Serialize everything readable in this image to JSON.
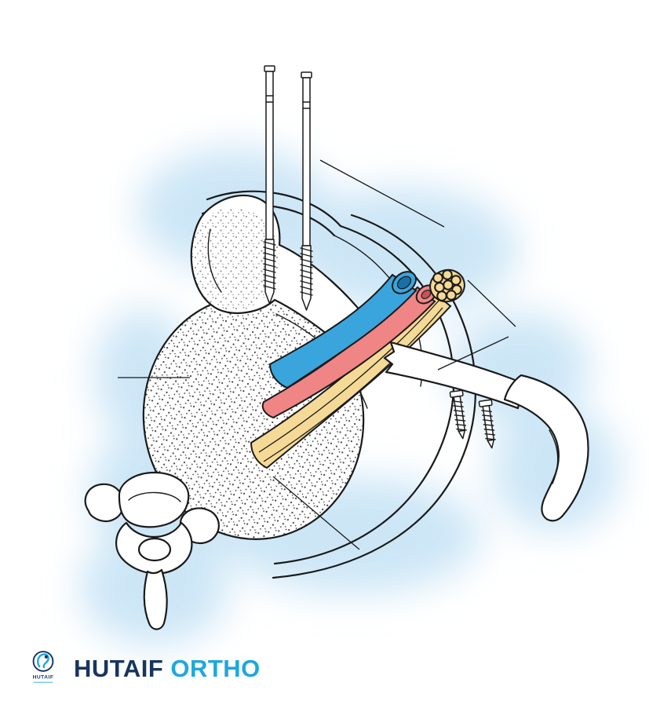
{
  "brand": {
    "name_primary": "HUTAIF",
    "name_secondary": "ORTHO",
    "icon_text": "HUTAIF",
    "color_primary": "#17355e",
    "color_secondary": "#1ea7e0"
  },
  "illustration": {
    "alt": "Line-art orthopedic illustration of a fractured clavicle held by two threaded pins and two screws, with the cut subclavian vein, subclavian artery and brachial plexus shown over the stippled pleural dome, first rib and a cervical vertebra, with unlabeled leader lines",
    "colors": {
      "outline": "#1a1a1a",
      "bone_white": "#ffffff",
      "vein_blue": "#3aa5dc",
      "vein_lumen": "#1a6fa5",
      "artery_red": "#ef8585",
      "artery_lumen": "#c25555",
      "nerve_yellow": "#f5d996",
      "glow_blue": "#c4e2f5",
      "stipple_dot": "#2b2b2b"
    }
  }
}
